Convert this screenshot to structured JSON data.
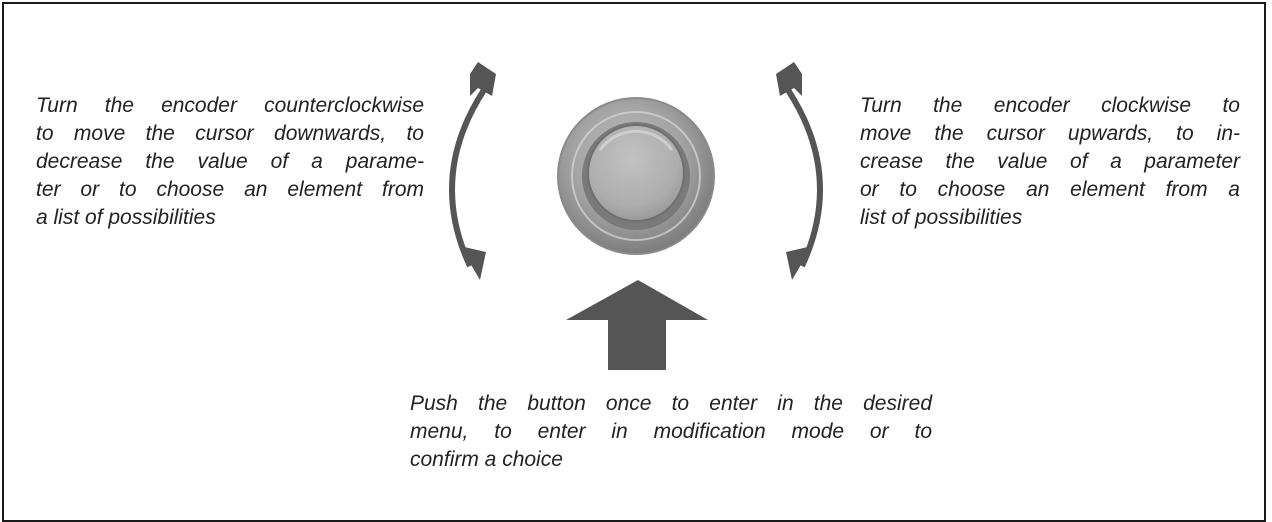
{
  "notes": {
    "left": {
      "lines": [
        "Turn the encoder counterclockwise",
        "to move the cursor downwards, to",
        "decrease the value of a parame-",
        "ter or to choose an element from",
        "a list of possibilities"
      ]
    },
    "right": {
      "lines": [
        "Turn the encoder clockwise to",
        "move the cursor upwards, to in-",
        "crease the value of a parameter",
        "or to choose an element from a",
        "list of possibilities"
      ]
    },
    "bottom": {
      "lines": [
        "Push the button once to enter in the desired",
        "menu, to enter in modification mode or to",
        "confirm a choice"
      ]
    }
  },
  "colors": {
    "arrow": "#555555",
    "frame": "#1a1a1a",
    "knob_outer": "#9a9a9a",
    "knob_inner": "#b0b0b0"
  },
  "icons": {
    "knob": "encoder-knob-icon",
    "left_arrow": "counterclockwise-arrow-icon",
    "right_arrow": "clockwise-arrow-icon",
    "push_arrow": "push-up-arrow-icon"
  }
}
